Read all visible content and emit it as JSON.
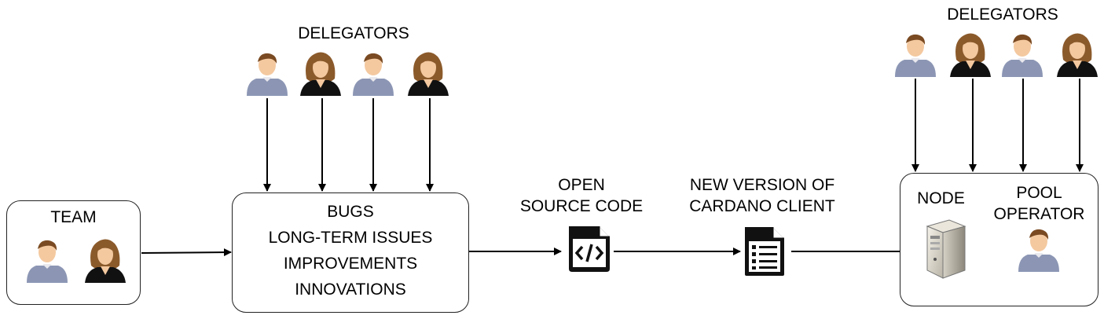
{
  "team": {
    "title": "TEAM"
  },
  "delegators_left": {
    "title": "DELEGATORS"
  },
  "delegators_right": {
    "title": "DELEGATORS"
  },
  "issues_box": {
    "lines": [
      "BUGS",
      "LONG-TERM ISSUES",
      "IMPROVEMENTS",
      "INNOVATIONS"
    ]
  },
  "open_source": {
    "lines": [
      "OPEN",
      "SOURCE CODE"
    ]
  },
  "new_version": {
    "lines": [
      "NEW VERSION OF",
      "CARDANO CLIENT"
    ]
  },
  "node_box": {
    "node_label": "NODE",
    "pool_lines": [
      "POOL",
      "OPERATOR"
    ]
  },
  "colors": {
    "male_shirt": "#8c96b4",
    "female_hair": "#8b5a2b",
    "skin": "#f4c9a0",
    "female_top": "#111111"
  },
  "icons": [
    "male-user-icon",
    "female-user-icon",
    "code-file-icon",
    "document-list-icon",
    "server-icon"
  ]
}
